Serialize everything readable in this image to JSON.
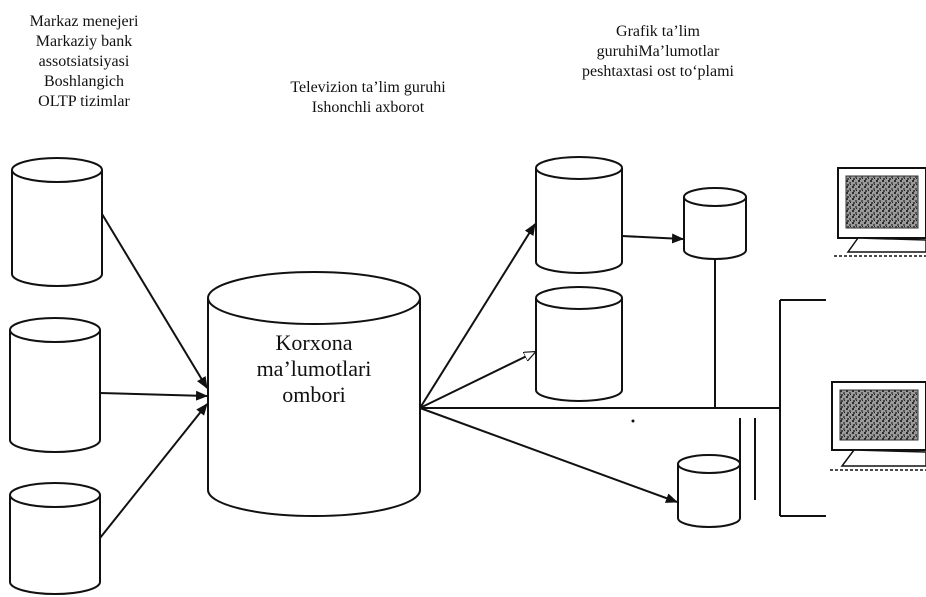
{
  "labels": {
    "sources": "Markaz menejeri\nMarkaziy bank\nassotsiatsiyasi\nBoshlangich\nOLTP tizimlar",
    "middle": "Televizion ta’lim guruhi\nIshonchli axborot",
    "right": "Grafik ta’lim\nguruhiMa’lumotlar\npeshtaxtasi ost to‘plami",
    "warehouse": "Korxona\nma’lumotlari\nombori"
  },
  "icons": {
    "database": "database-cylinder-icon",
    "computer": "desktop-computer-icon"
  }
}
